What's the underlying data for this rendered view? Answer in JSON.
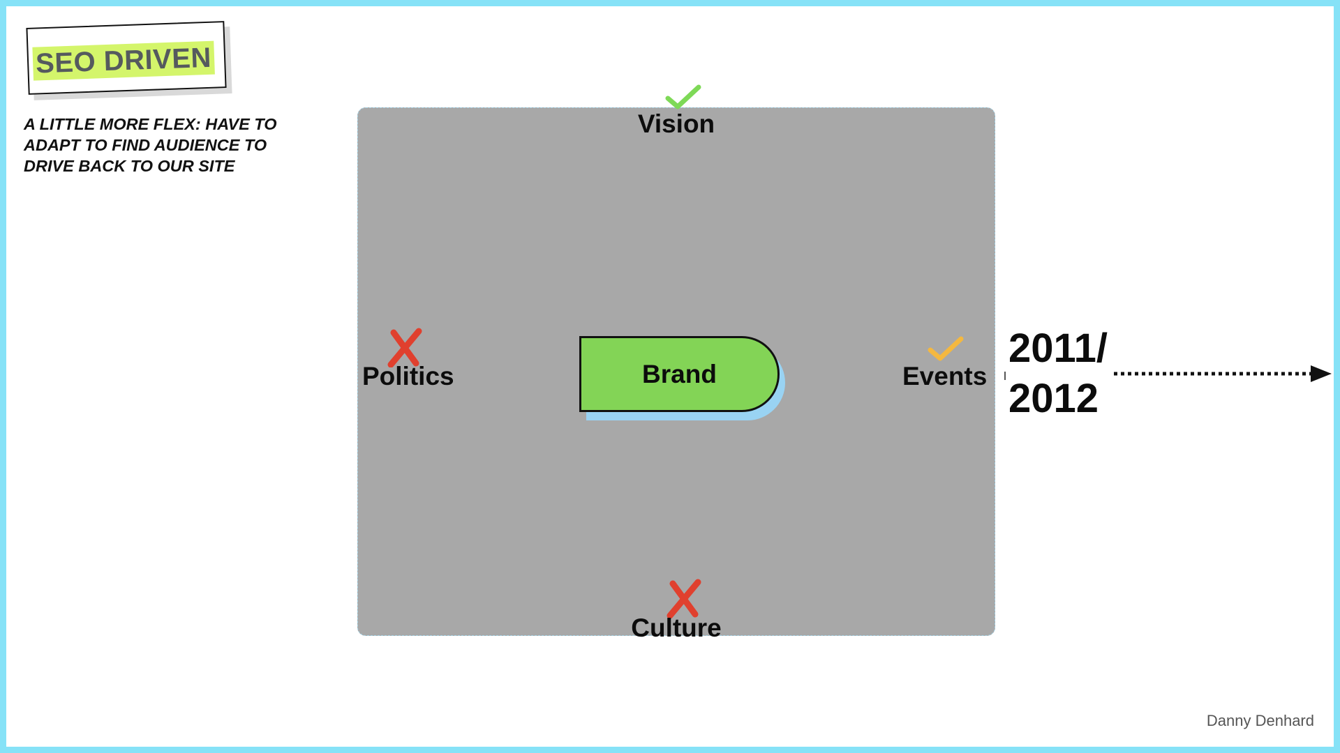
{
  "slide": {
    "title": "SEO DRIVEN",
    "subtitle": "A LITTLE MORE FLEX: HAVE TO\nADAPT TO FIND AUDIENCE TO\nDRIVE BACK TO OUR SITE",
    "author": "Danny Denhard"
  },
  "diagram": {
    "center": "Brand",
    "nodes": {
      "top": {
        "label": "Vision",
        "status": "check",
        "color": "#7ed957"
      },
      "left": {
        "label": "Politics",
        "status": "cross",
        "color": "#e0402e"
      },
      "right": {
        "label": "Events",
        "status": "check",
        "color": "#f4b840"
      },
      "bottom": {
        "label": "Culture",
        "status": "cross",
        "color": "#e0402e"
      }
    },
    "period": "2011/\n2012"
  },
  "colors": {
    "frame": "#86e2f7",
    "panel": "#a8a8a8",
    "brand": "#83d456",
    "brand_shadow": "#99d3f3",
    "highlight": "#d4f56b"
  }
}
